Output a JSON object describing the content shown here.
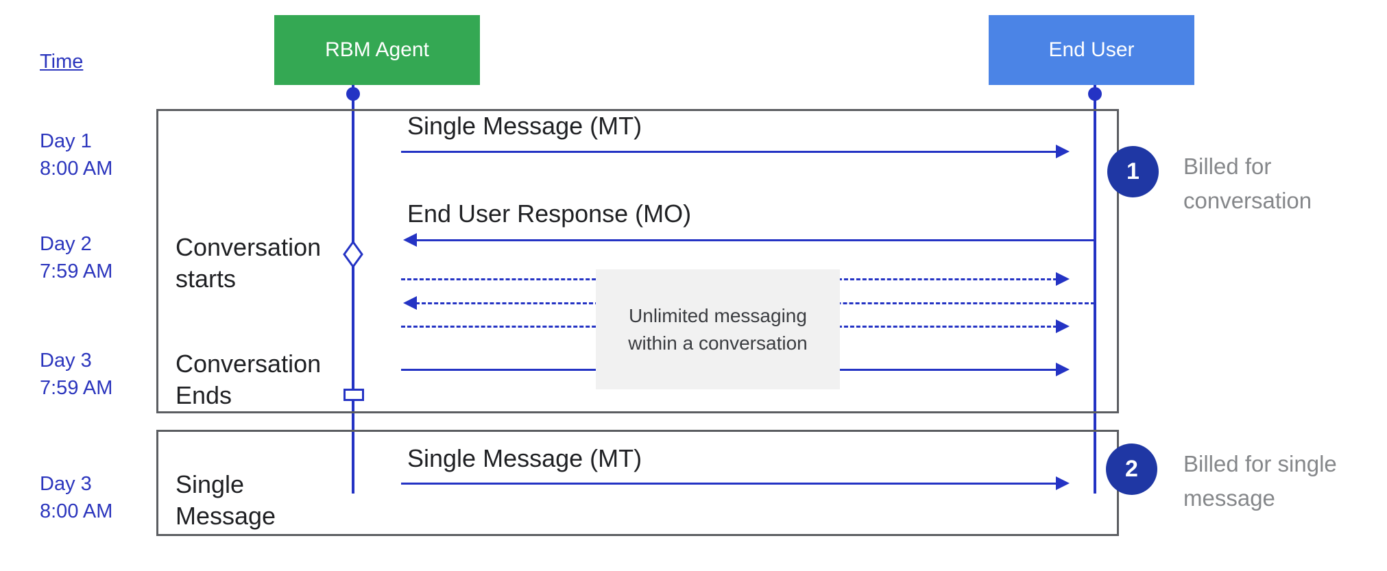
{
  "time_label": "Time",
  "actors": {
    "agent": {
      "label": "RBM Agent",
      "color": "#34a853"
    },
    "end_user": {
      "label": "End User",
      "color": "#4b84e6"
    }
  },
  "timeline": [
    {
      "day": "Day 1",
      "time": "8:00 AM"
    },
    {
      "day": "Day 2",
      "time": "7:59 AM"
    },
    {
      "day": "Day 3",
      "time": "7:59 AM"
    },
    {
      "day": "Day 3",
      "time": "8:00 AM"
    }
  ],
  "frame1": {
    "msg_mt": "Single Message (MT)",
    "msg_mo": "End User Response (MO)",
    "conversation_starts": "Conversation starts",
    "conversation_ends": "Conversation Ends",
    "note": "Unlimited messaging within a conversation"
  },
  "frame2": {
    "single_message": "Single Message",
    "msg_mt": "Single Message (MT)"
  },
  "annotations": [
    {
      "number": "1",
      "text": "Billed for conversation"
    },
    {
      "number": "2",
      "text": "Billed for single message"
    }
  ],
  "colors": {
    "blue-line": "#2433c4",
    "blue-text": "#2b35bd",
    "agent-green": "#34a853",
    "user-blue": "#4b84e6",
    "badge-navy": "#1f37a4",
    "frame-border": "#5b5d61",
    "note-bg": "#f1f1f1",
    "note-text": "#3a3c40",
    "gray-text": "#85878a",
    "black-text": "#1f2023",
    "white": "#ffffff"
  }
}
